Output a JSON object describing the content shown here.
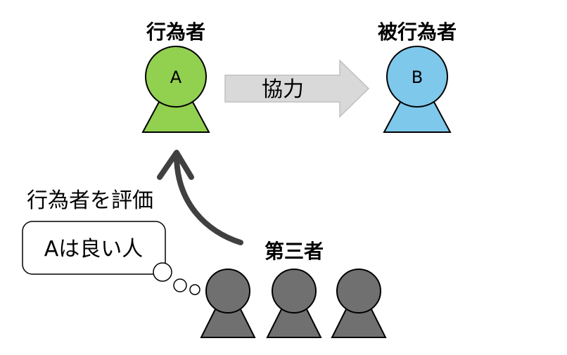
{
  "actor": {
    "title": "行為者",
    "letter": "A",
    "color": "#92d050"
  },
  "recipient": {
    "title": "被行為者",
    "letter": "B",
    "color": "#7ec8eb"
  },
  "cooperation_label": "協力",
  "evaluation_label": "行為者を評価",
  "thought_text": "Aは良い人",
  "third_party": {
    "title": "第三者",
    "color": "#707070"
  },
  "colors": {
    "stroke": "#000000",
    "arrow_fill": "#d9d9d9",
    "arrow_stroke": "#bfbfbf",
    "curve": "#404040"
  }
}
